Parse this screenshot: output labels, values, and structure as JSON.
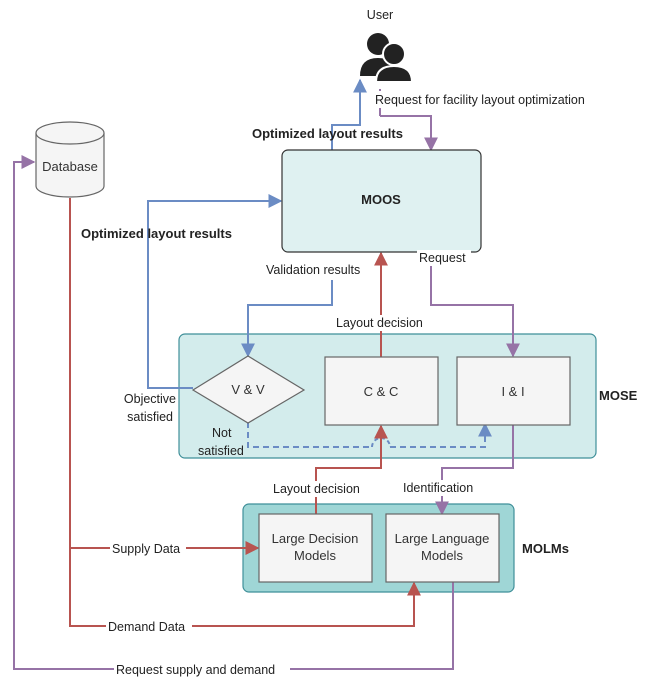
{
  "nodes": {
    "user": "User",
    "database": "Database",
    "moos": "MOOS",
    "mose": "MOSE",
    "molms": "MOLMs",
    "vv": "V & V",
    "cc": "C & C",
    "ii": "I & I",
    "ldm_line1": "Large Decision",
    "ldm_line2": "Models",
    "llm_line1": "Large Language",
    "llm_line2": "Models"
  },
  "edges": {
    "request_facility": "Request for facility layout optimization",
    "optimized_top": "Optimized layout results",
    "optimized_left": "Optimized layout results",
    "validation_results": "Validation results",
    "request": "Request",
    "layout_decision_top": "Layout decision",
    "objective_line1": "Objective",
    "objective_line2": "satisfied",
    "not_satisfied_line1": "Not",
    "not_satisfied_line2": "satisfied",
    "layout_decision_bottom": "Layout decision",
    "identification": "Identification",
    "supply_data": "Supply Data",
    "demand_data": "Demand Data",
    "request_supply_demand": "Request supply and demand"
  },
  "colors": {
    "blue": "#6b8cc4",
    "red": "#b85450",
    "purple": "#9673a6",
    "teal_fill": "#d3ecec",
    "teal_stroke": "#3f8f99",
    "moos_fill": "#dff1f1",
    "box_fill": "#f5f5f5",
    "box_stroke": "#666666"
  }
}
